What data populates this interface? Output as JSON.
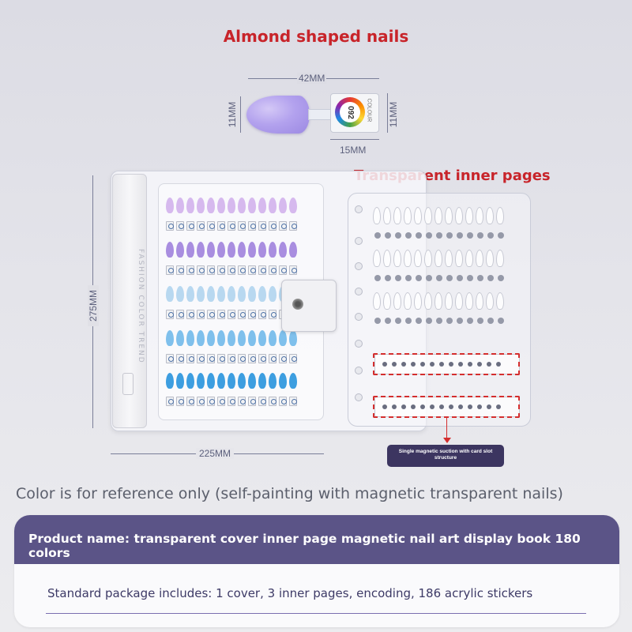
{
  "title": "Almond shaped nails",
  "dimensions": {
    "nail_length": "42MM",
    "nail_width_left": "11MM",
    "nail_width_right": "11MM",
    "card_width": "15MM",
    "book_height": "275MM",
    "book_width": "225MM"
  },
  "colour_card": {
    "number": "092",
    "label": "COLOUR"
  },
  "book": {
    "spine_text": "FASHION COLOR TREND"
  },
  "inner_pages_label": "Transparent inner pages",
  "callout": "Single magnetic suction with card slot structure",
  "reference_note": "Color is for reference only (self-painting with magnetic transparent nails)",
  "product": {
    "name": "Product name: transparent cover inner page magnetic nail art display book 180 colors",
    "package": "Standard package includes: 1 cover, 3 inner pages, encoding, 186 acrylic stickers"
  },
  "colors": {
    "title_red": "#c8242a",
    "panel_purple": "#5b5487",
    "nail_rows": [
      "#d6b9ee",
      "#a98ee0",
      "#b8d8f0",
      "#7fc0ec",
      "#3d9ee0"
    ]
  }
}
